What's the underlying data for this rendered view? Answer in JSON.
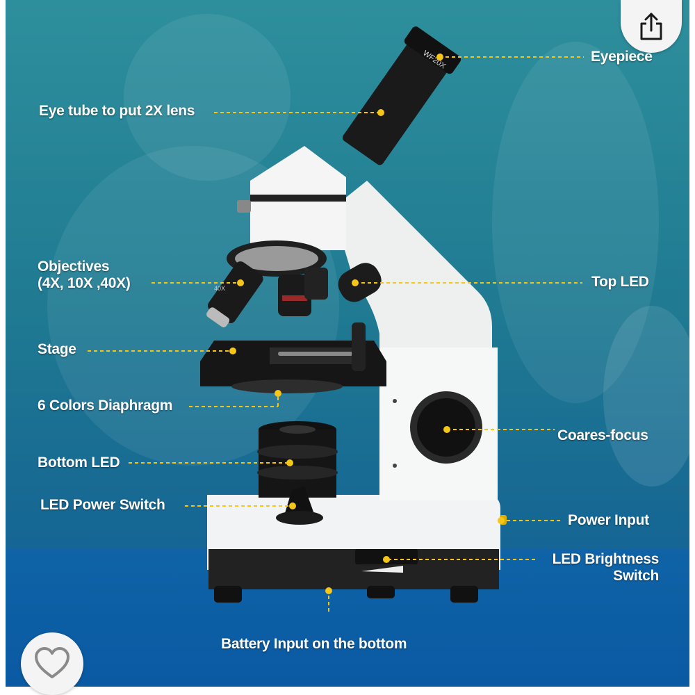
{
  "product": {
    "lens_marking": "WF20X",
    "objective_marking": "40X"
  },
  "callouts": {
    "eyepiece": "Eyepiece",
    "eye_tube": "Eye tube to put 2X lens",
    "objectives_line1": "Objectives",
    "objectives_line2": "(4X, 10X ,40X)",
    "top_led": "Top LED",
    "stage": "Stage",
    "diaphragm": "6 Colors Diaphragm",
    "coarse_focus": "Coares-focus",
    "bottom_led": "Bottom LED",
    "led_power_switch": "LED Power Switch",
    "power_input": "Power Input",
    "brightness_line1": "LED Brightness",
    "brightness_line2": "Switch",
    "battery_input": "Battery Input on the bottom"
  },
  "actions": {
    "share_icon": "share-icon",
    "favorite_icon": "heart-outline-icon"
  },
  "colors": {
    "callout_dot": "#f5c518",
    "callout_line": "#f5c518",
    "label_text": "#ffffff"
  }
}
